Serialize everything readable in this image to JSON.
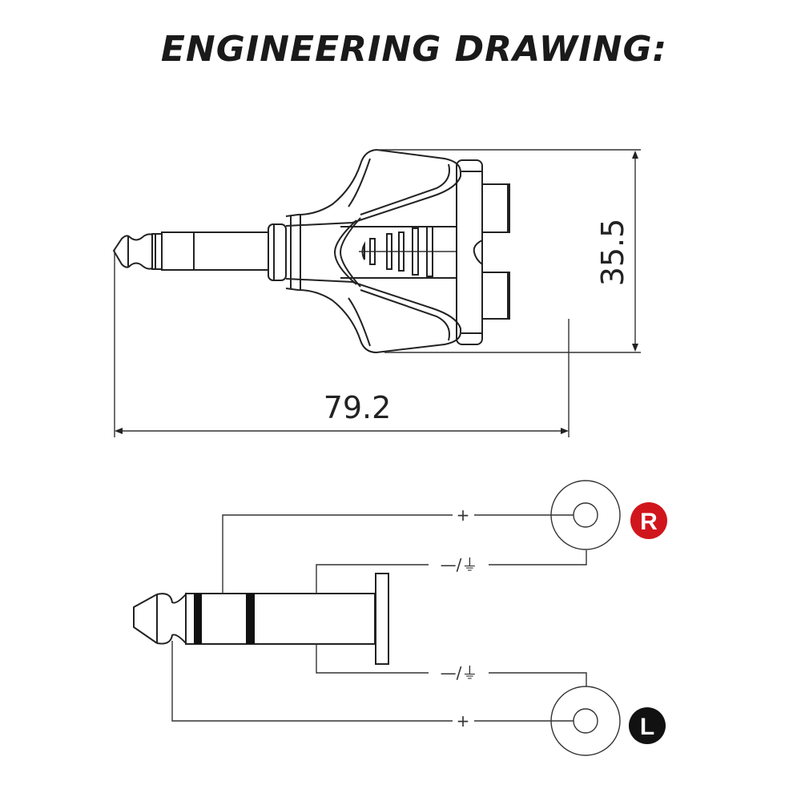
{
  "title": "ENGINEERING DRAWING:",
  "dimensions": {
    "length": "79.2",
    "height": "35.5"
  },
  "wiring": {
    "right_channel": {
      "badge": "R",
      "signal_label": "+",
      "ground_label": "—/⏚",
      "color": "#d0161c"
    },
    "left_channel": {
      "badge": "L",
      "signal_label": "+",
      "ground_label": "—/⏚",
      "color": "#111111"
    }
  }
}
